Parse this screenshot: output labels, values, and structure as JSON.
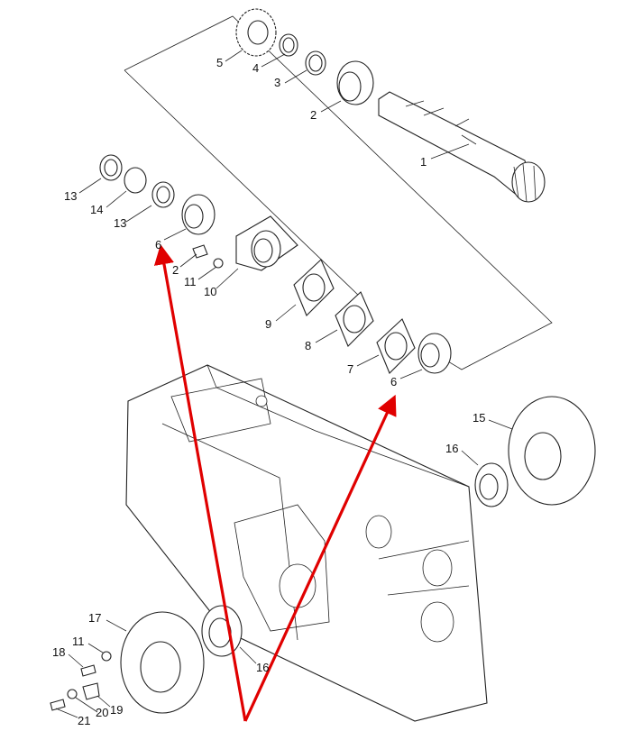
{
  "labels": {
    "p1": "1",
    "p2a": "2",
    "p2b": "2",
    "p3": "3",
    "p4": "4",
    "p5": "5",
    "p6a": "6",
    "p6b": "6",
    "p7": "7",
    "p8": "8",
    "p9": "9",
    "p10": "10",
    "p11a": "11",
    "p11b": "11",
    "p13a": "13",
    "p13b": "13",
    "p14": "14",
    "p15": "15",
    "p16a": "16",
    "p16b": "16",
    "p17": "17",
    "p18": "18",
    "p19": "19",
    "p20": "20",
    "p21": "21"
  },
  "colors": {
    "line": "#222222",
    "arrow": "#e00000",
    "background": "#ffffff"
  }
}
